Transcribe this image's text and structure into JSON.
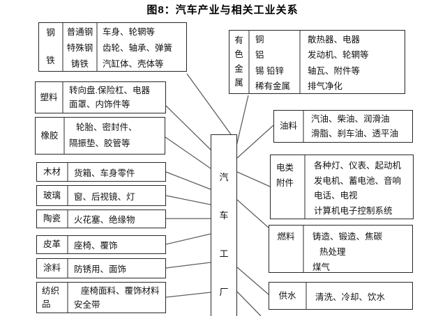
{
  "title": "图8：汽车产业与相关工业关系",
  "center_box": {
    "name": "汽车工厂",
    "chars": [
      "汽",
      "车",
      "工",
      "厂"
    ]
  },
  "left_boxes": {
    "steel": {
      "label_chars": [
        "钢",
        "铁"
      ],
      "materials": [
        "普通钢",
        "特殊钢",
        "铸铁"
      ],
      "products": [
        "车身、轮辋等",
        "齿轮、轴承、弹簧",
        "汽缸体、壳体等"
      ]
    },
    "plastic": {
      "label": "塑料",
      "lines": [
        "转向盘.保险杠、电器",
        "面罩、内饰件等"
      ]
    },
    "rubber": {
      "label": "橡胶",
      "lines": [
        "轮胎、密封件、",
        "隔振垫、胶管等"
      ]
    },
    "wood": {
      "label": "木材",
      "lines": [
        "货箱、车身零件"
      ]
    },
    "glass": {
      "label": "玻璃",
      "lines": [
        "窗、后视镜、灯"
      ]
    },
    "ceramics": {
      "label": "陶瓷",
      "lines": [
        "火花塞、绝缘物"
      ]
    },
    "leather": {
      "label": "皮革",
      "lines": [
        "座椅、覆饰"
      ]
    },
    "paint": {
      "label": "涂料",
      "lines": [
        "防锈用、面饰"
      ]
    },
    "textile": {
      "label_lines": [
        "纺织",
        "品"
      ],
      "lines": [
        "座椅面料、覆饰材料",
        "安全带"
      ]
    }
  },
  "right_boxes": {
    "nonferrous": {
      "label_chars": [
        "有",
        "色",
        "金",
        "属"
      ],
      "materials": [
        "铜",
        "铝",
        "锡 铅锌",
        "稀有金属"
      ],
      "products": [
        "散热器、电器",
        "发动机、轮辋等",
        "轴瓦、附件等",
        "排气净化"
      ]
    },
    "oil": {
      "label": "油料",
      "lines": [
        "汽油、柴油、润滑油",
        "滑脂、刹车油、透平油"
      ]
    },
    "electrical": {
      "label_lines": [
        "电类",
        "附件"
      ],
      "lines": [
        "各种灯、仪表、起动机",
        "发电机、蓄电池、音响",
        "电话、电视",
        "计算机电子控制系统"
      ]
    },
    "fuel": {
      "label": "燃料",
      "lines": [
        "铸造、锻造、焦碳",
        "热处理",
        "煤气"
      ]
    },
    "water": {
      "label": "供水",
      "lines": [
        "清洗、冷却、饮水"
      ]
    }
  },
  "colors": {
    "background": "#ffffff",
    "text": "#111111",
    "box_border": "#262626",
    "column_divider": "#949494",
    "connector_line": "#5f5f5f"
  }
}
